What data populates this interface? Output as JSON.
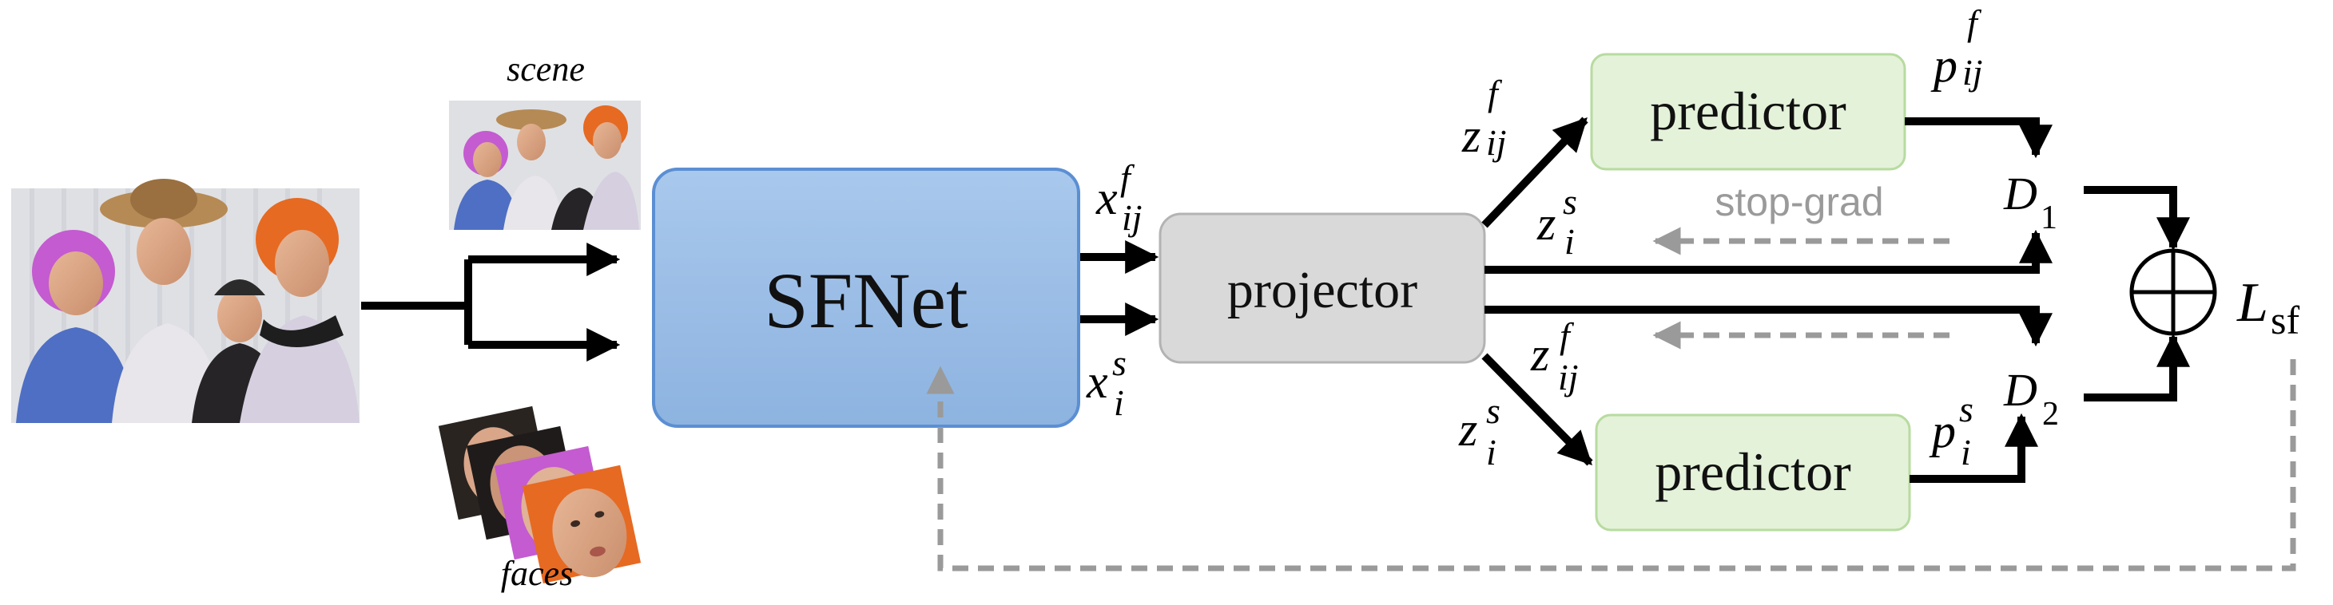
{
  "labels": {
    "scene": "scene",
    "faces": "faces",
    "sfnet": "SFNet",
    "projector": "projector",
    "predictor_top": "predictor",
    "predictor_bottom": "predictor",
    "stop_grad": "stop-grad",
    "loss_main": "L",
    "loss_sub": "sf"
  },
  "math": {
    "x_f": {
      "base": "x",
      "sup": "f",
      "sub": "ij"
    },
    "x_s": {
      "base": "x",
      "sup": "s",
      "sub": "i"
    },
    "z_f_top": {
      "base": "z",
      "sup": "f",
      "sub": "ij"
    },
    "z_s_top": {
      "base": "z",
      "sup": "s",
      "sub": "i"
    },
    "z_f_bottom": {
      "base": "z",
      "sup": "f",
      "sub": "ij"
    },
    "z_s_bottom": {
      "base": "z",
      "sup": "s",
      "sub": "i"
    },
    "p_f": {
      "base": "p",
      "sup": "f",
      "sub": "ij"
    },
    "p_s": {
      "base": "p",
      "sup": "s",
      "sub": "i"
    },
    "d1": {
      "base": "D",
      "sub": "1"
    },
    "d2": {
      "base": "D",
      "sub": "2"
    }
  },
  "colors": {
    "sfnet_fill": "#9dbfe6",
    "sfnet_stroke": "#5b8fd3",
    "projector_fill": "#d9d9d9",
    "projector_stroke": "#b3b3b3",
    "predictor_fill": "#e4f2d9",
    "predictor_stroke": "#b7dba0",
    "arrow": "#000000",
    "dashed": "#9a9a9a"
  }
}
